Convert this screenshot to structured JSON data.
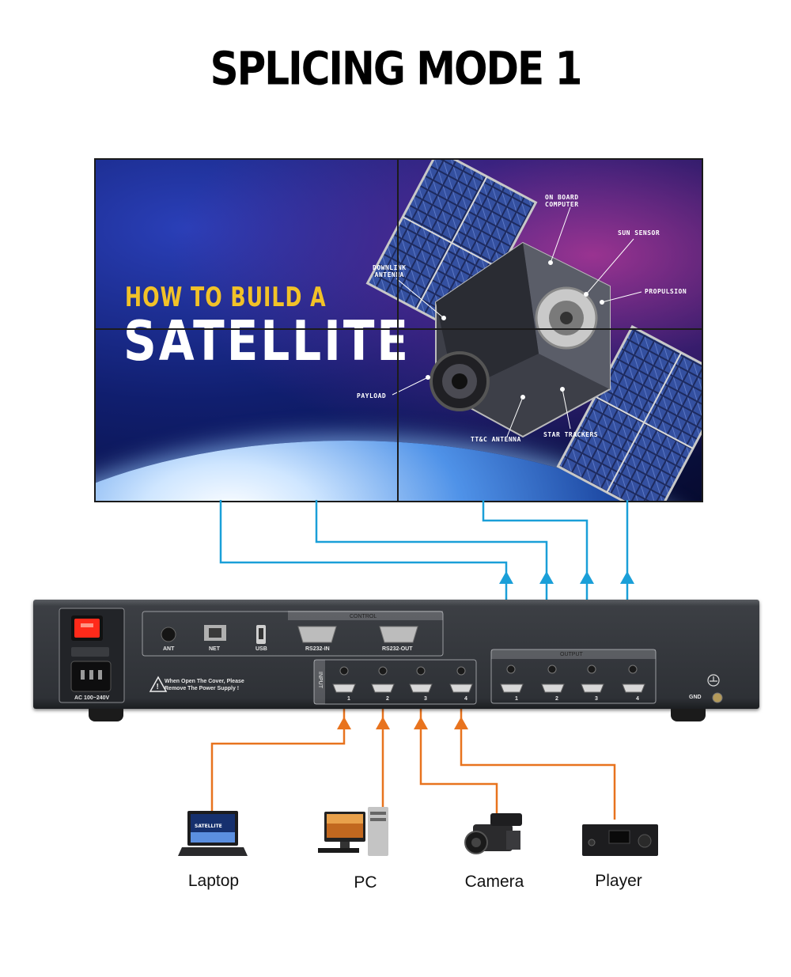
{
  "title": "SPLICING MODE 1",
  "screen": {
    "headline_small": "HOW TO BUILD A",
    "headline_big": "SATELLITE",
    "labels": {
      "onboard": [
        "ON BOARD",
        "COMPUTER"
      ],
      "sun_sensor": "SUN SENSOR",
      "downlink": [
        "DOWNLINK",
        "ANTENNA"
      ],
      "propulsion": "PROPULSION",
      "payload": "PAYLOAD",
      "ttc": "TT&C ANTENNA",
      "star": "STAR TRACKERS"
    }
  },
  "device": {
    "power_label": "AC 100~240V",
    "ant": "ANT",
    "net": "NET",
    "usb": "USB",
    "control": "CONTROL",
    "rs232_in": "RS232-IN",
    "rs232_out": "RS232-OUT",
    "warning": [
      "When Open The Cover, Please",
      "Remove The Power Supply !"
    ],
    "input": "INPUT",
    "output": "OUTPUT",
    "gnd": "GND",
    "input_ports": [
      "1",
      "2",
      "3",
      "4"
    ],
    "output_ports": [
      "1",
      "2",
      "3",
      "4"
    ]
  },
  "sources": {
    "laptop": "Laptop",
    "pc": "PC",
    "camera": "Camera",
    "player": "Player",
    "laptop_screen_text": "SATELLITE"
  },
  "colors": {
    "output_line": "#1a9fd8",
    "input_line": "#e8731e"
  },
  "icons": [
    "power-switch-icon",
    "warning-triangle-icon",
    "ground-symbol-icon"
  ]
}
